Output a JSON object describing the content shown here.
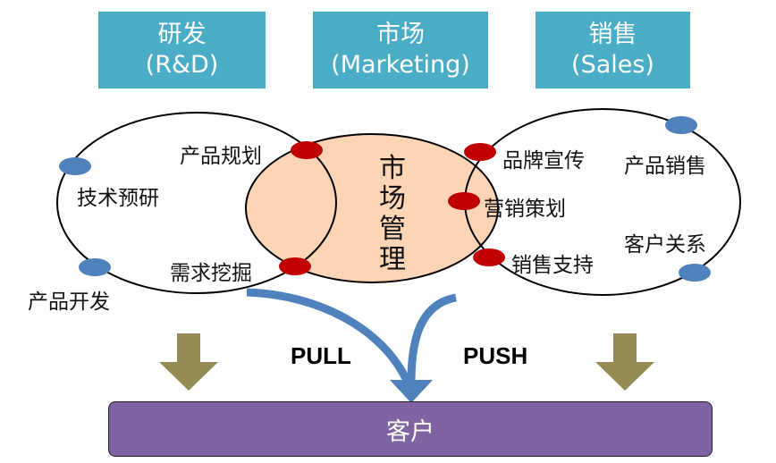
{
  "departments": [
    {
      "id": "rd",
      "name": "研发",
      "english": "(R&D)"
    },
    {
      "id": "marketing",
      "name": "市场",
      "english": "(Marketing)"
    },
    {
      "id": "sales",
      "name": "销售",
      "english": "(Sales)"
    }
  ],
  "center": {
    "label": "市场管理",
    "chars": [
      "市",
      "场",
      "管",
      "理"
    ]
  },
  "rd_activities": {
    "tech_research": "技术预研",
    "product_dev": "产品开发",
    "product_planning": "产品规划",
    "demand_mining": "需求挖掘"
  },
  "sales_activities": {
    "brand_promotion": "品牌宣传",
    "marketing_planning": "营销策划",
    "sales_support": "销售支持",
    "product_sales": "产品销售",
    "customer_relations": "客户关系"
  },
  "flows": {
    "pull": "PULL",
    "push": "PUSH"
  },
  "customer": {
    "label": "客户"
  },
  "colors": {
    "header_bg": "#4bacc6",
    "center_fill": "#fbd5b5",
    "node_red": "#c00000",
    "node_blue": "#4f81bd",
    "flow_arrow": "#4f81bd",
    "down_arrow": "#948a54",
    "customer_bg": "#8064a2"
  }
}
